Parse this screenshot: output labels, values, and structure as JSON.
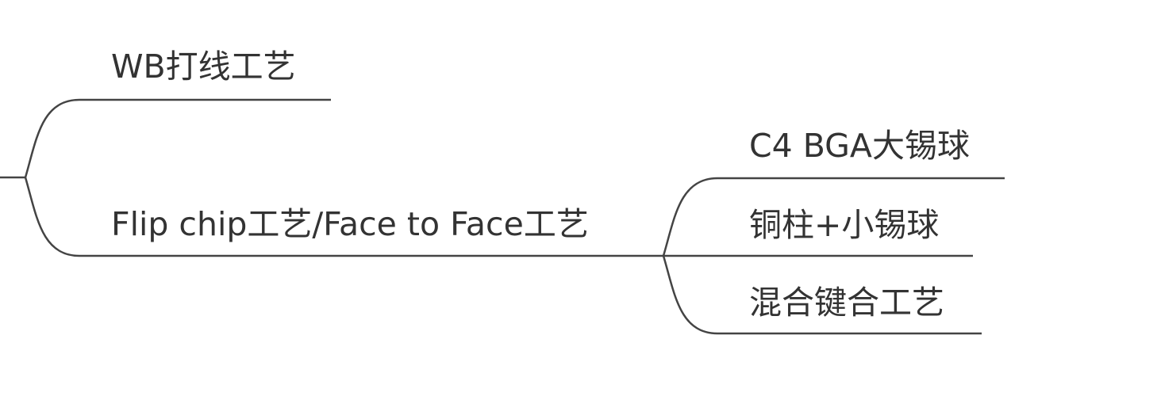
{
  "mindmap": {
    "branches": [
      {
        "label": "WB打线工艺",
        "children": []
      },
      {
        "label": "Flip chip工艺/Face to Face工艺",
        "children": [
          {
            "label": "C4 BGA大锡球"
          },
          {
            "label": "铜柱+小锡球"
          },
          {
            "label": "混合键合工艺"
          }
        ]
      }
    ]
  },
  "colors": {
    "line": "#444444",
    "text": "#333333",
    "background": "#ffffff"
  }
}
